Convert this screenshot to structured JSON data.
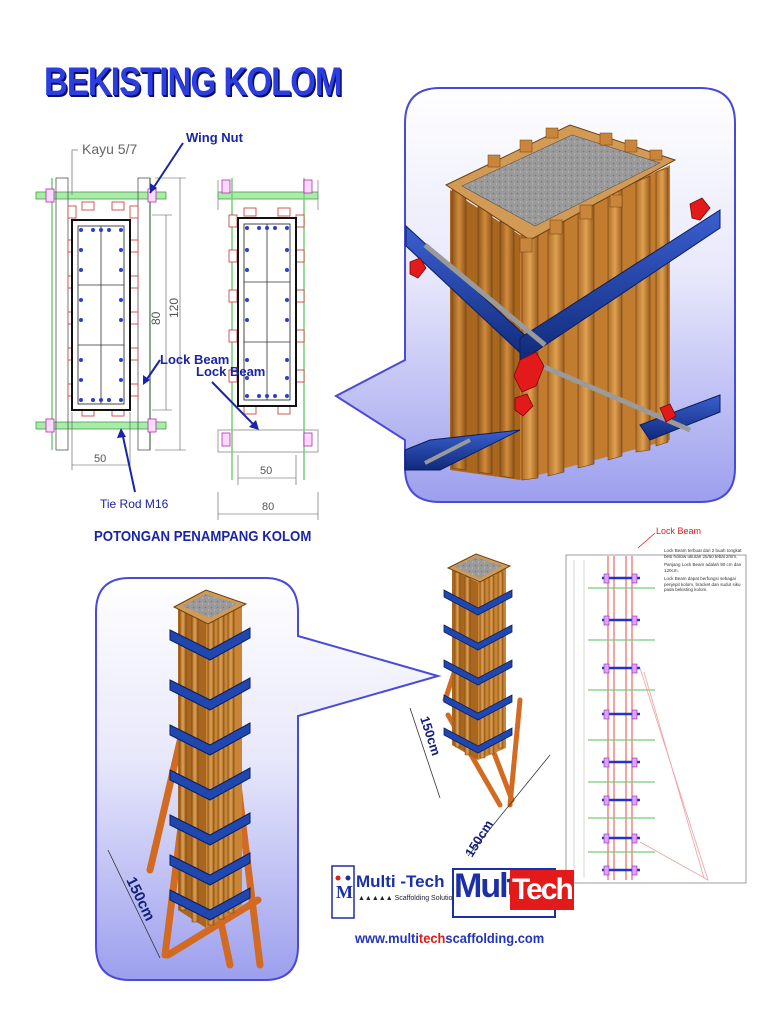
{
  "title": "BEKISTING KOLOM",
  "labels": {
    "kayu": "Kayu 5/7",
    "wing_nut": "Wing Nut",
    "lock_beam": "Lock Beam",
    "tie_rod": "Tie Rod M16",
    "dim_80_vertical": "80",
    "dim_120_vertical": "120",
    "dim_50_left": "50",
    "dim_50_right": "50",
    "dim_80_bottom": "80"
  },
  "section_caption": "POTONGAN PENAMPANG KOLOM",
  "angled_dims": {
    "left_150": "150cm",
    "mid_150_a": "150cm",
    "mid_150_b": "150cm"
  },
  "side_elevation": {
    "header": "Lock Beam",
    "note_1": "Lock Beam terbuat dari 2 buah tongkat besi hollow ukuran 25/50 tebal 2mm.",
    "note_2": "Panjang Lock Beam adalah 90 cm dan 120cm.",
    "note_3": "Lock Beam dapat berfungsi sebagai penjepit kolom, bracket dan sudut siku pada bekisting kolom."
  },
  "branding": {
    "logo_name": "Multi -Tech",
    "logo_tagline": "Scaffolding Solution",
    "brand_multi": "Multi",
    "brand_tech": "Tech",
    "website_prefix": "www.multi",
    "website_highlight": "tech",
    "website_suffix": "scaffolding.com"
  },
  "colors": {
    "title_blue": "#2d3ee0",
    "bubble_lavender": "#c7c9f8",
    "steel_blue": "#1b3a9a",
    "wood": "#c57f2e",
    "red_clamp": "#e21a1a",
    "rebar_blue": "#2a40c8",
    "tie_rod_green": "#8de08d"
  }
}
